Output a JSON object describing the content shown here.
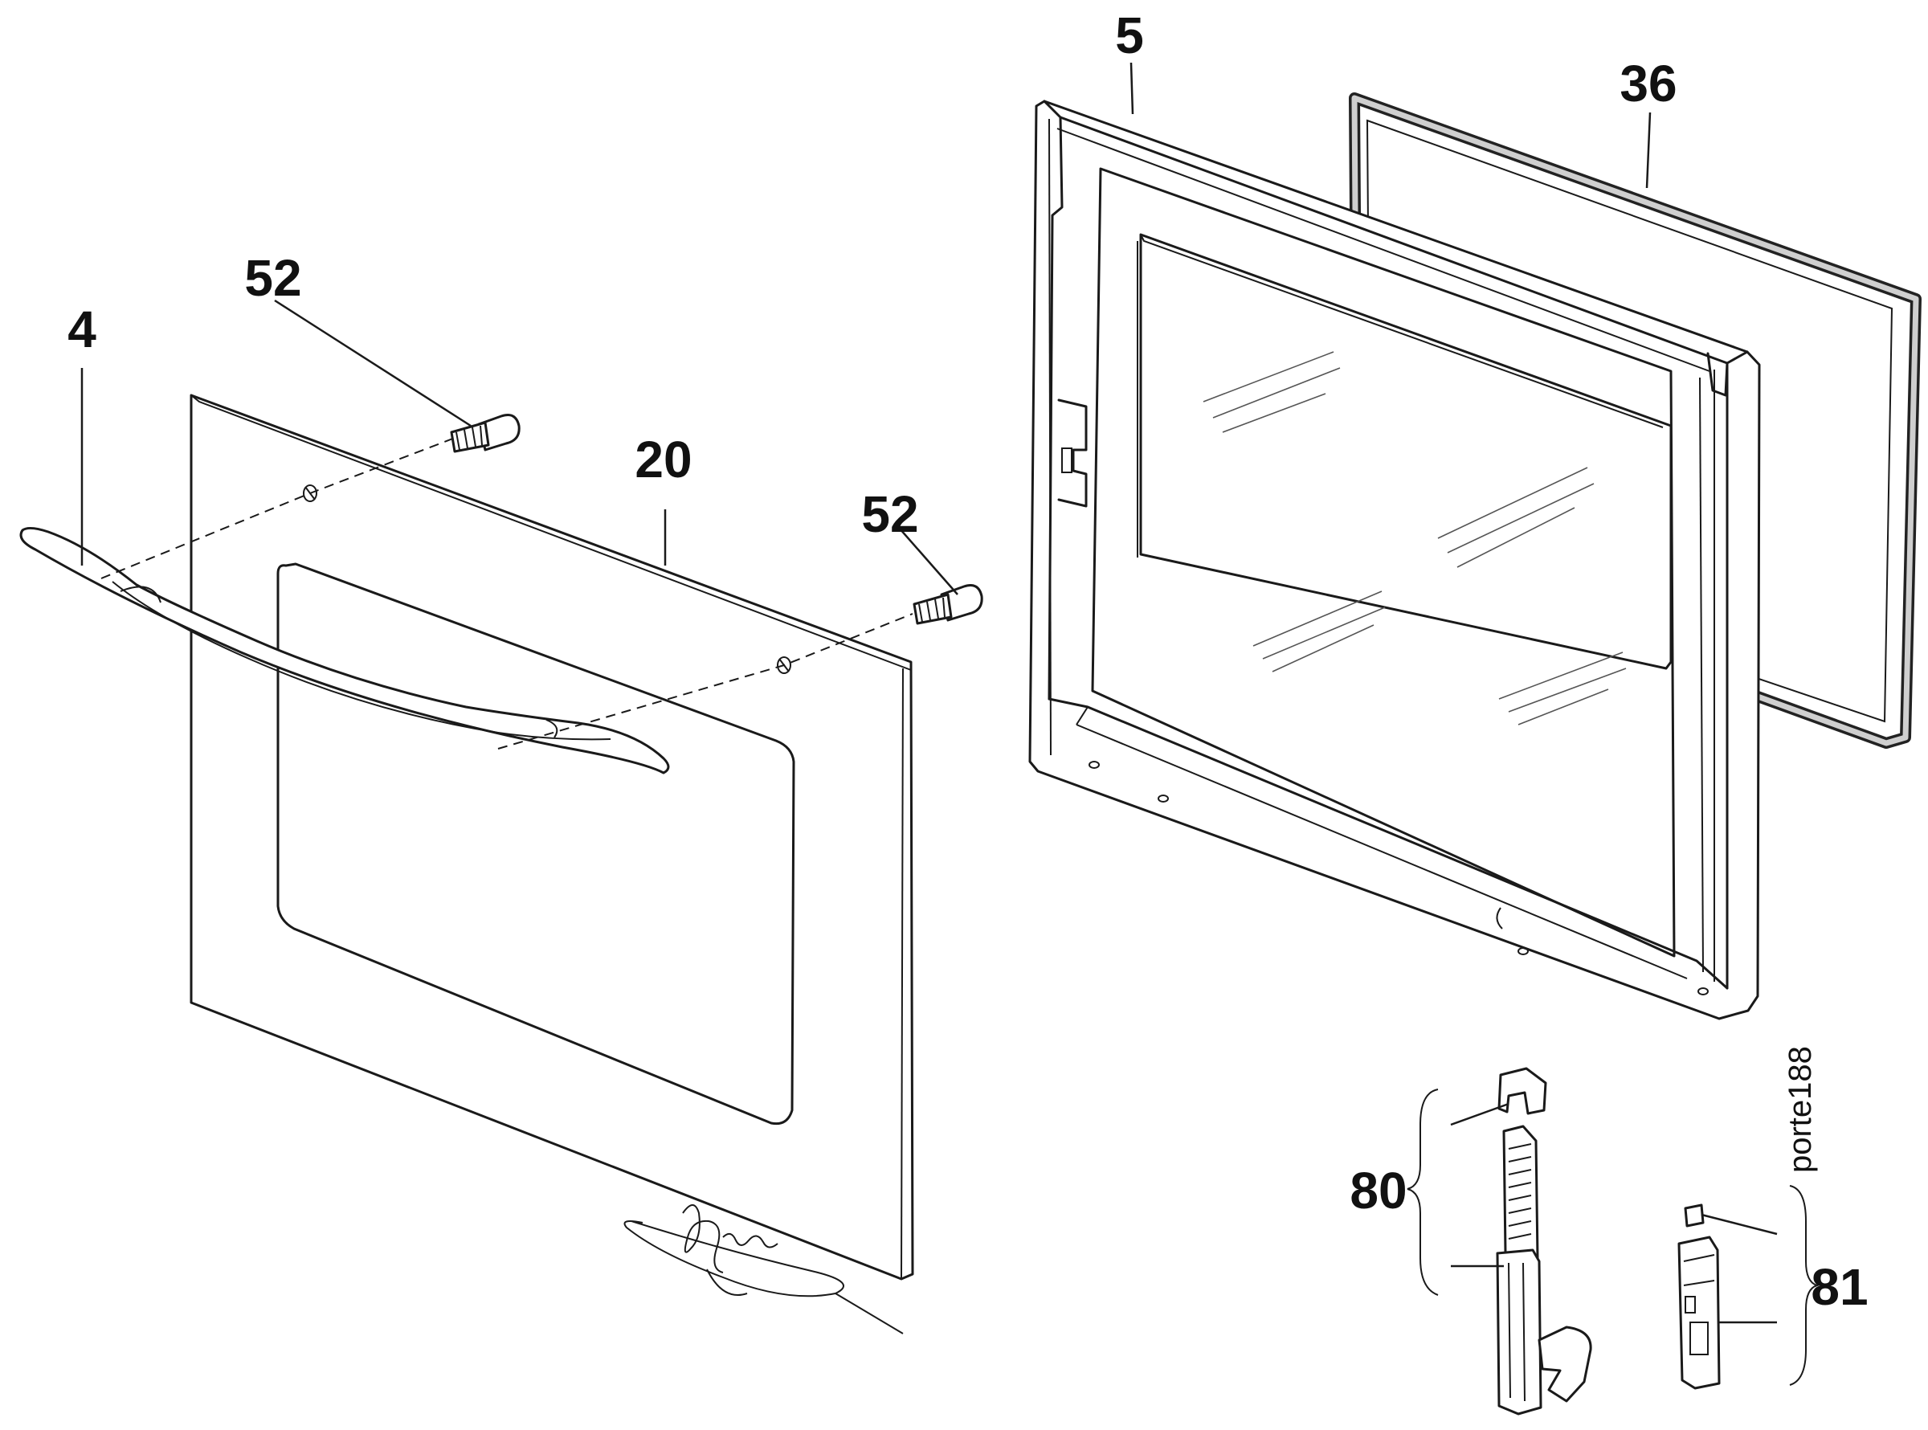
{
  "labels": {
    "handle": "4",
    "door_frame": "5",
    "outer_glass_panel": "20",
    "gasket": "36",
    "screw_upper": "52",
    "screw_lower": "52",
    "hinge_left": "80",
    "hinge_right": "81"
  },
  "drawing_code": "porte188"
}
